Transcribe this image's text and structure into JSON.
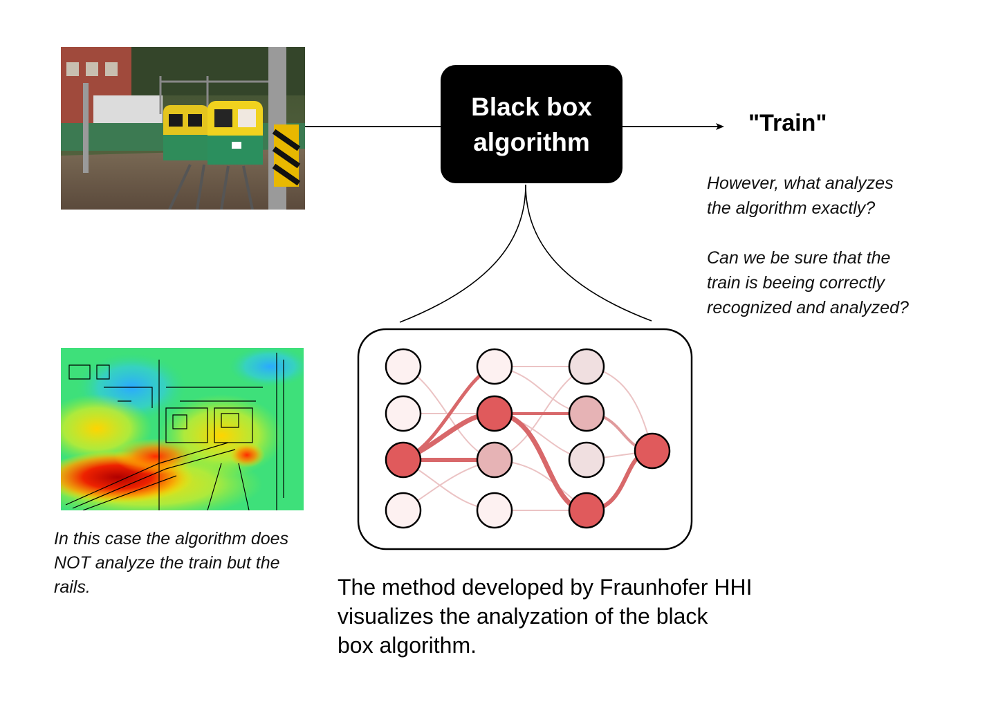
{
  "black_box": {
    "line1": "Black box",
    "line2": "algorithm"
  },
  "output_label": "\"Train\"",
  "questions": {
    "q1_line1": "However, what analyzes",
    "q1_line2": "the algorithm exactly?",
    "q2_line1": "Can we be sure that the",
    "q2_line2": "train is beeing correctly",
    "q2_line3": "recognized and analyzed?"
  },
  "case_note": {
    "line1": "In this case the algorithm does",
    "line2": "NOT analyze the train but the",
    "line3": "rails."
  },
  "method_note": {
    "line1": "The method developed by Fraunhofer HHI",
    "line2": "visualizes the analyzation of the black",
    "line3": "box algorithm."
  },
  "colors": {
    "node_strong": "#e05a5c",
    "node_medium": "#e6b3b5",
    "node_light": "#f0dfe0",
    "node_faint": "#fdf1f1",
    "edge": "#d8686a",
    "edge_faint": "#ebc3c4"
  }
}
